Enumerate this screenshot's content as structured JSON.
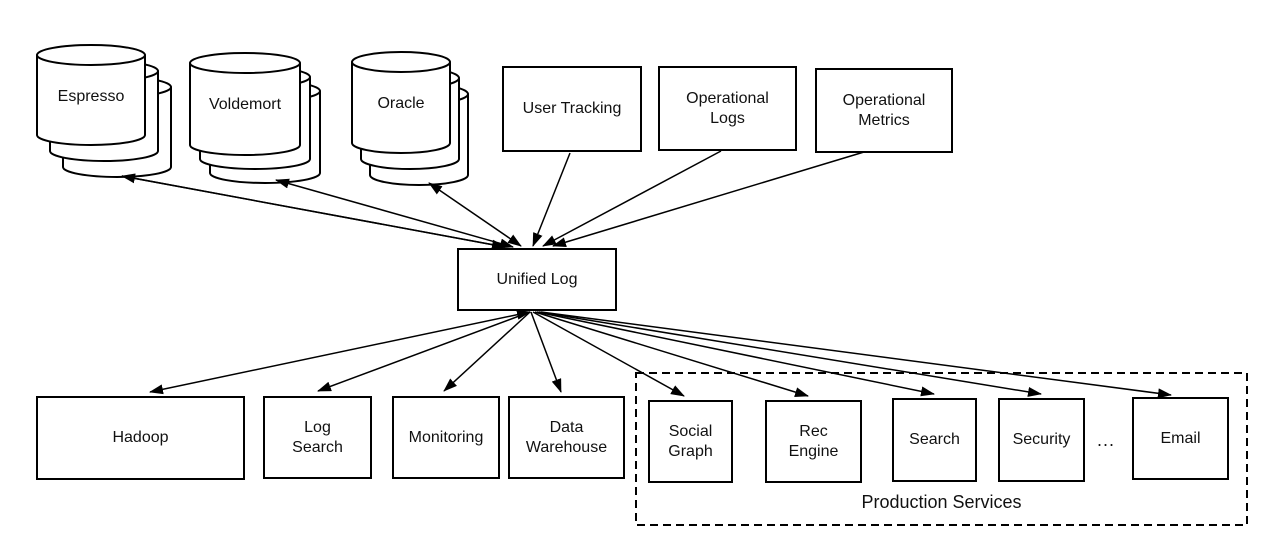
{
  "diagram": {
    "colors": {
      "stroke": "#000000",
      "background": "#ffffff",
      "text": "#111111"
    },
    "databases": [
      {
        "label": "Espresso"
      },
      {
        "label": "Voldemort"
      },
      {
        "label": "Oracle"
      }
    ],
    "sources": [
      {
        "label": "User Tracking"
      },
      {
        "label": "Operational Logs"
      },
      {
        "label": "Operational Metrics"
      }
    ],
    "hub": {
      "label": "Unified Log"
    },
    "consumers": [
      {
        "label": "Hadoop"
      },
      {
        "label": "Log Search"
      },
      {
        "label": "Monitoring"
      },
      {
        "label": "Data Warehouse"
      }
    ],
    "production_services": {
      "label": "Production Services",
      "items": [
        {
          "label": "Social Graph"
        },
        {
          "label": "Rec Engine"
        },
        {
          "label": "Search"
        },
        {
          "label": "Security"
        },
        {
          "label": "..."
        },
        {
          "label": "Email"
        }
      ]
    },
    "edges": [
      {
        "from": "Espresso",
        "to": "Unified Log",
        "direction": "both"
      },
      {
        "from": "Voldemort",
        "to": "Unified Log",
        "direction": "both"
      },
      {
        "from": "Oracle",
        "to": "Unified Log",
        "direction": "both"
      },
      {
        "from": "User Tracking",
        "to": "Unified Log",
        "direction": "one-way"
      },
      {
        "from": "Operational Logs",
        "to": "Unified Log",
        "direction": "one-way"
      },
      {
        "from": "Operational Metrics",
        "to": "Unified Log",
        "direction": "one-way"
      },
      {
        "from": "Unified Log",
        "to": "Hadoop",
        "direction": "both"
      },
      {
        "from": "Unified Log",
        "to": "Log Search",
        "direction": "one-way"
      },
      {
        "from": "Unified Log",
        "to": "Monitoring",
        "direction": "one-way"
      },
      {
        "from": "Unified Log",
        "to": "Data Warehouse",
        "direction": "one-way"
      },
      {
        "from": "Unified Log",
        "to": "Social Graph",
        "direction": "one-way"
      },
      {
        "from": "Unified Log",
        "to": "Rec Engine",
        "direction": "one-way"
      },
      {
        "from": "Unified Log",
        "to": "Search",
        "direction": "one-way"
      },
      {
        "from": "Unified Log",
        "to": "Security",
        "direction": "one-way"
      },
      {
        "from": "Unified Log",
        "to": "Email",
        "direction": "one-way"
      }
    ]
  }
}
